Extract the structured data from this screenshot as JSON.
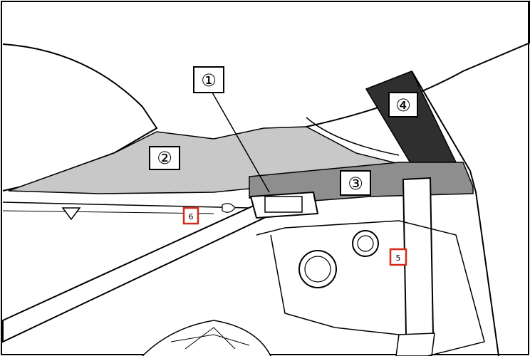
{
  "callouts": {
    "c1": "①",
    "c2": "②",
    "c3": "③",
    "c4": "④",
    "c5": "5",
    "c6": "6"
  },
  "colors": {
    "panel_light": "#c8c8c8",
    "panel_mid": "#8e8e8e",
    "panel_dark": "#2f2f2f",
    "red_marker": "#d42a1a"
  }
}
